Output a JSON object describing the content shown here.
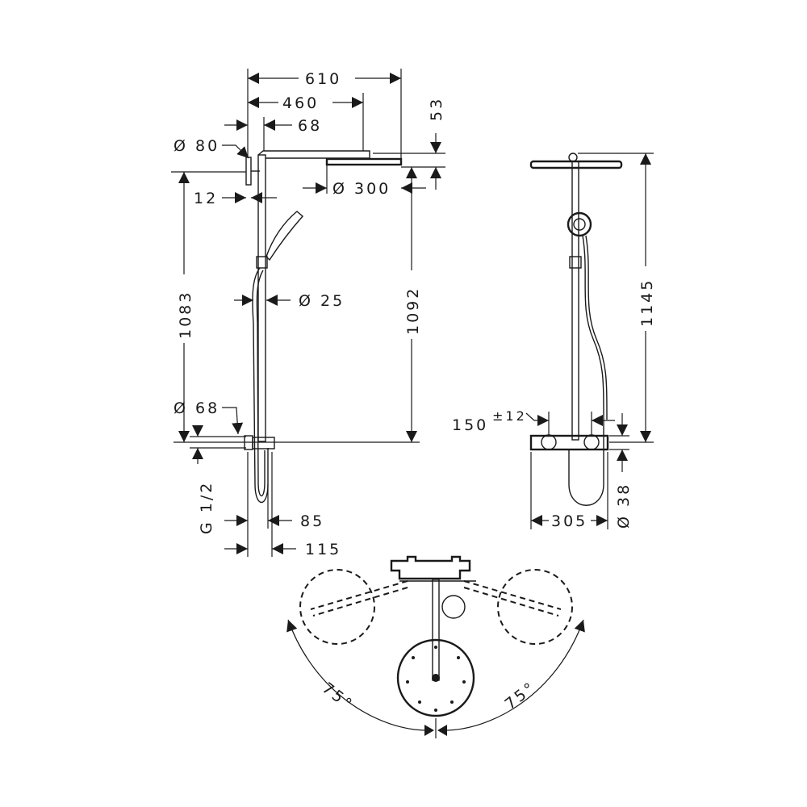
{
  "drawing": {
    "ink_color": "#1a1a1a",
    "side_view": {
      "width_total": "610",
      "arm_length": "460",
      "wall_offset": "68",
      "head_thickness": "53",
      "wall_plate_diameter": "Ø 80",
      "head_diameter": "Ø 300",
      "plate_depth": "12",
      "rail_diameter": "Ø 25",
      "height_to_arm": "1083",
      "height_to_head": "1092",
      "mixer_diameter": "Ø 68",
      "connection_thread": "G 1/2",
      "mixer_depth_min": "85",
      "mixer_depth_max": "115"
    },
    "front_view": {
      "total_height": "1145",
      "inlet_spacing": "150",
      "inlet_tolerance": "±12",
      "mixer_height": "Ø 38",
      "mixer_width": "305"
    },
    "top_view": {
      "swivel_left": "75°",
      "swivel_right": "75°"
    }
  }
}
